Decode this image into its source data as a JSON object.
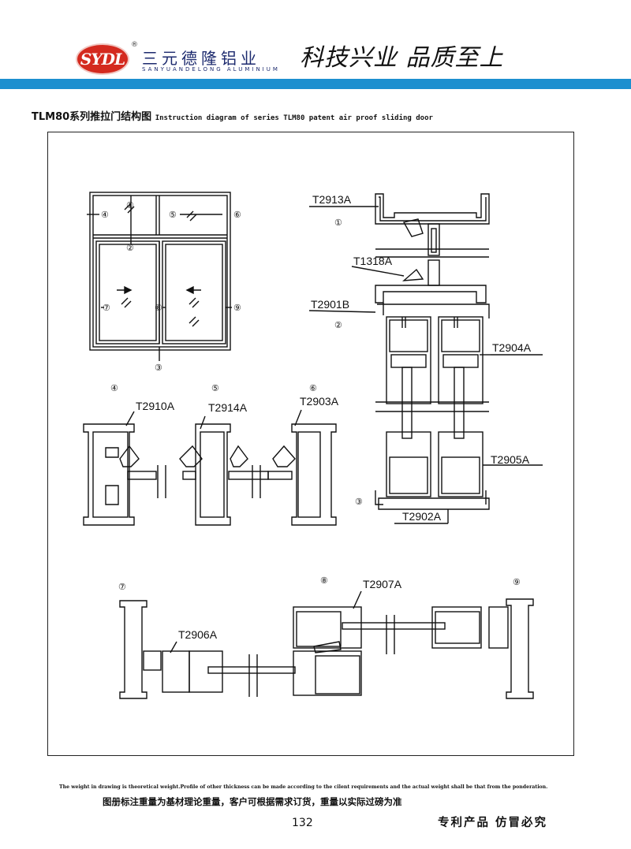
{
  "header": {
    "logo_text": "SYDL",
    "registered_mark": "®",
    "company_cn": "三元德隆铝业",
    "company_en": "SANYUANDELONG ALUMINIUM",
    "slogan": "科技兴业  品质至上",
    "brand_color": "#1d8fcf",
    "logo_color": "#d42a1f"
  },
  "title": {
    "cn": "TLM80系列推拉门结构图",
    "en": "Instruction diagram of series TLM80 patent air proof sliding door"
  },
  "diagram": {
    "markers": [
      "①",
      "②",
      "③",
      "④",
      "⑤",
      "⑥",
      "⑦",
      "⑧",
      "⑨"
    ],
    "part_labels": {
      "t2913a": "T2913A",
      "t1318a": "T1318A",
      "t2901b": "T2901B",
      "t2904a": "T2904A",
      "t2905a": "T2905A",
      "t2902a": "T2902A",
      "t2910a": "T2910A",
      "t2914a": "T2914A",
      "t2903a": "T2903A",
      "t2906a": "T2906A",
      "t2907a": "T2907A"
    }
  },
  "footer": {
    "note_en": "The weight in drawing is theoretical weight.Profile of other thickness can be made according to the cilent requirements and the actual weight shall be that from the ponderation.",
    "note_cn": "图册标注重量为基材理论重量，客户可根据需求订货，重量以实际过磅为准",
    "page_number": "132",
    "patent_text": "专利产品  仿冒必究"
  }
}
